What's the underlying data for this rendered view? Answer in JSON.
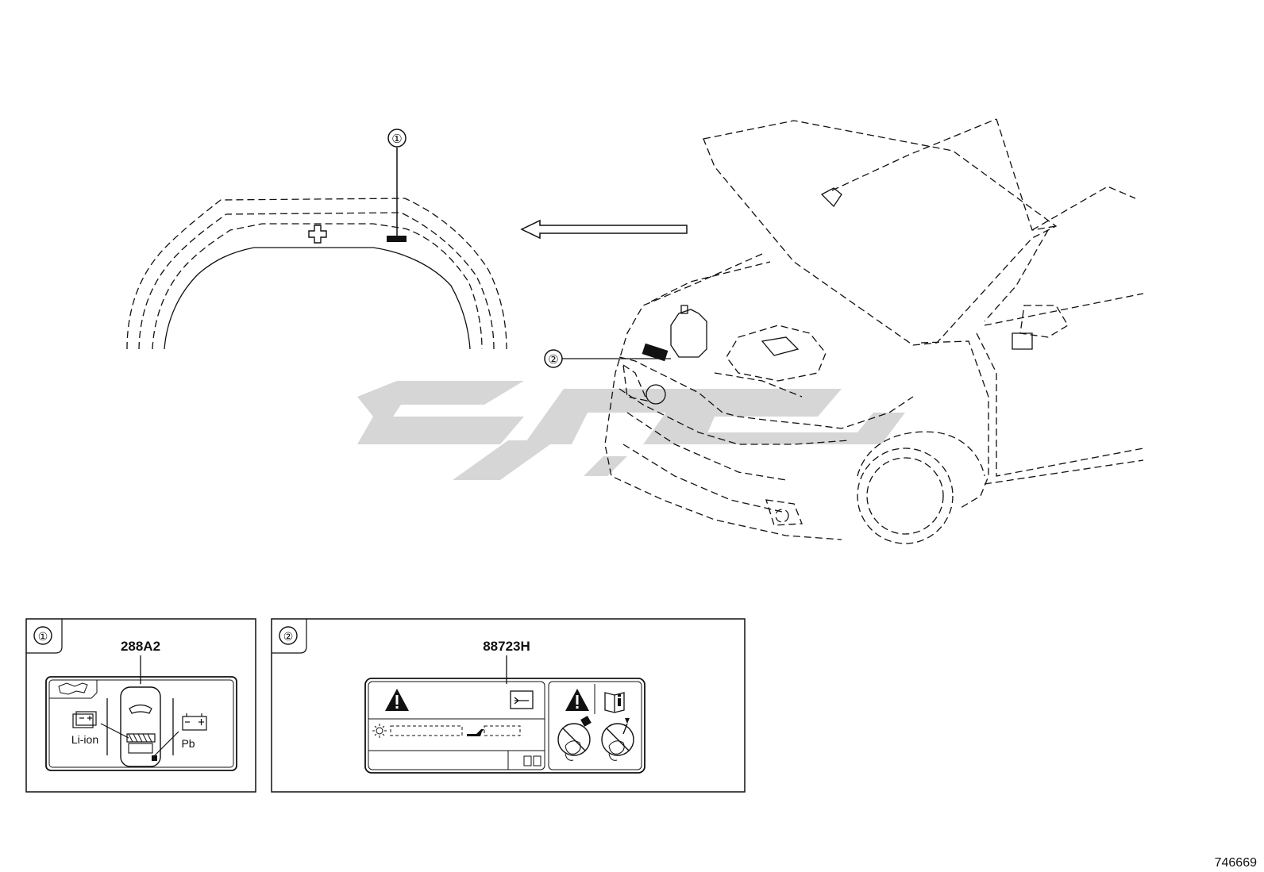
{
  "callouts": {
    "one": "①",
    "two": "②"
  },
  "panel_1": {
    "index": "①",
    "part_number": "288A2",
    "label_left": "Li-ion",
    "label_right": "Pb"
  },
  "panel_2": {
    "index": "②",
    "part_number": "88723H"
  },
  "figure_id": "746669",
  "colors": {
    "line": "#111111",
    "watermark": "#d6d6d6"
  },
  "icons": [
    "warning-icon",
    "manual-icon",
    "book-info-icon",
    "no-fan-icon",
    "no-touch-icon",
    "sun-icon",
    "oil-icon",
    "arrow-left-icon"
  ]
}
